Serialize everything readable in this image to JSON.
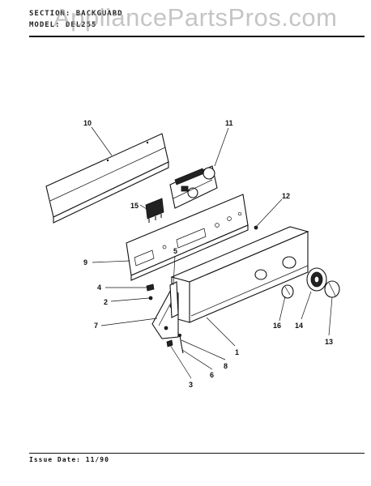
{
  "header": {
    "section": "SECTION: BACKGUARD",
    "model": "MODEL: DEL255"
  },
  "watermark": "AppliancePartsPros.com",
  "footer": {
    "issue_date": "Issue Date: 11/90"
  },
  "callouts": [
    "10",
    "11",
    "15",
    "12",
    "9",
    "5",
    "4",
    "2",
    "7",
    "16",
    "14",
    "1",
    "8",
    "13",
    "6",
    "3"
  ]
}
